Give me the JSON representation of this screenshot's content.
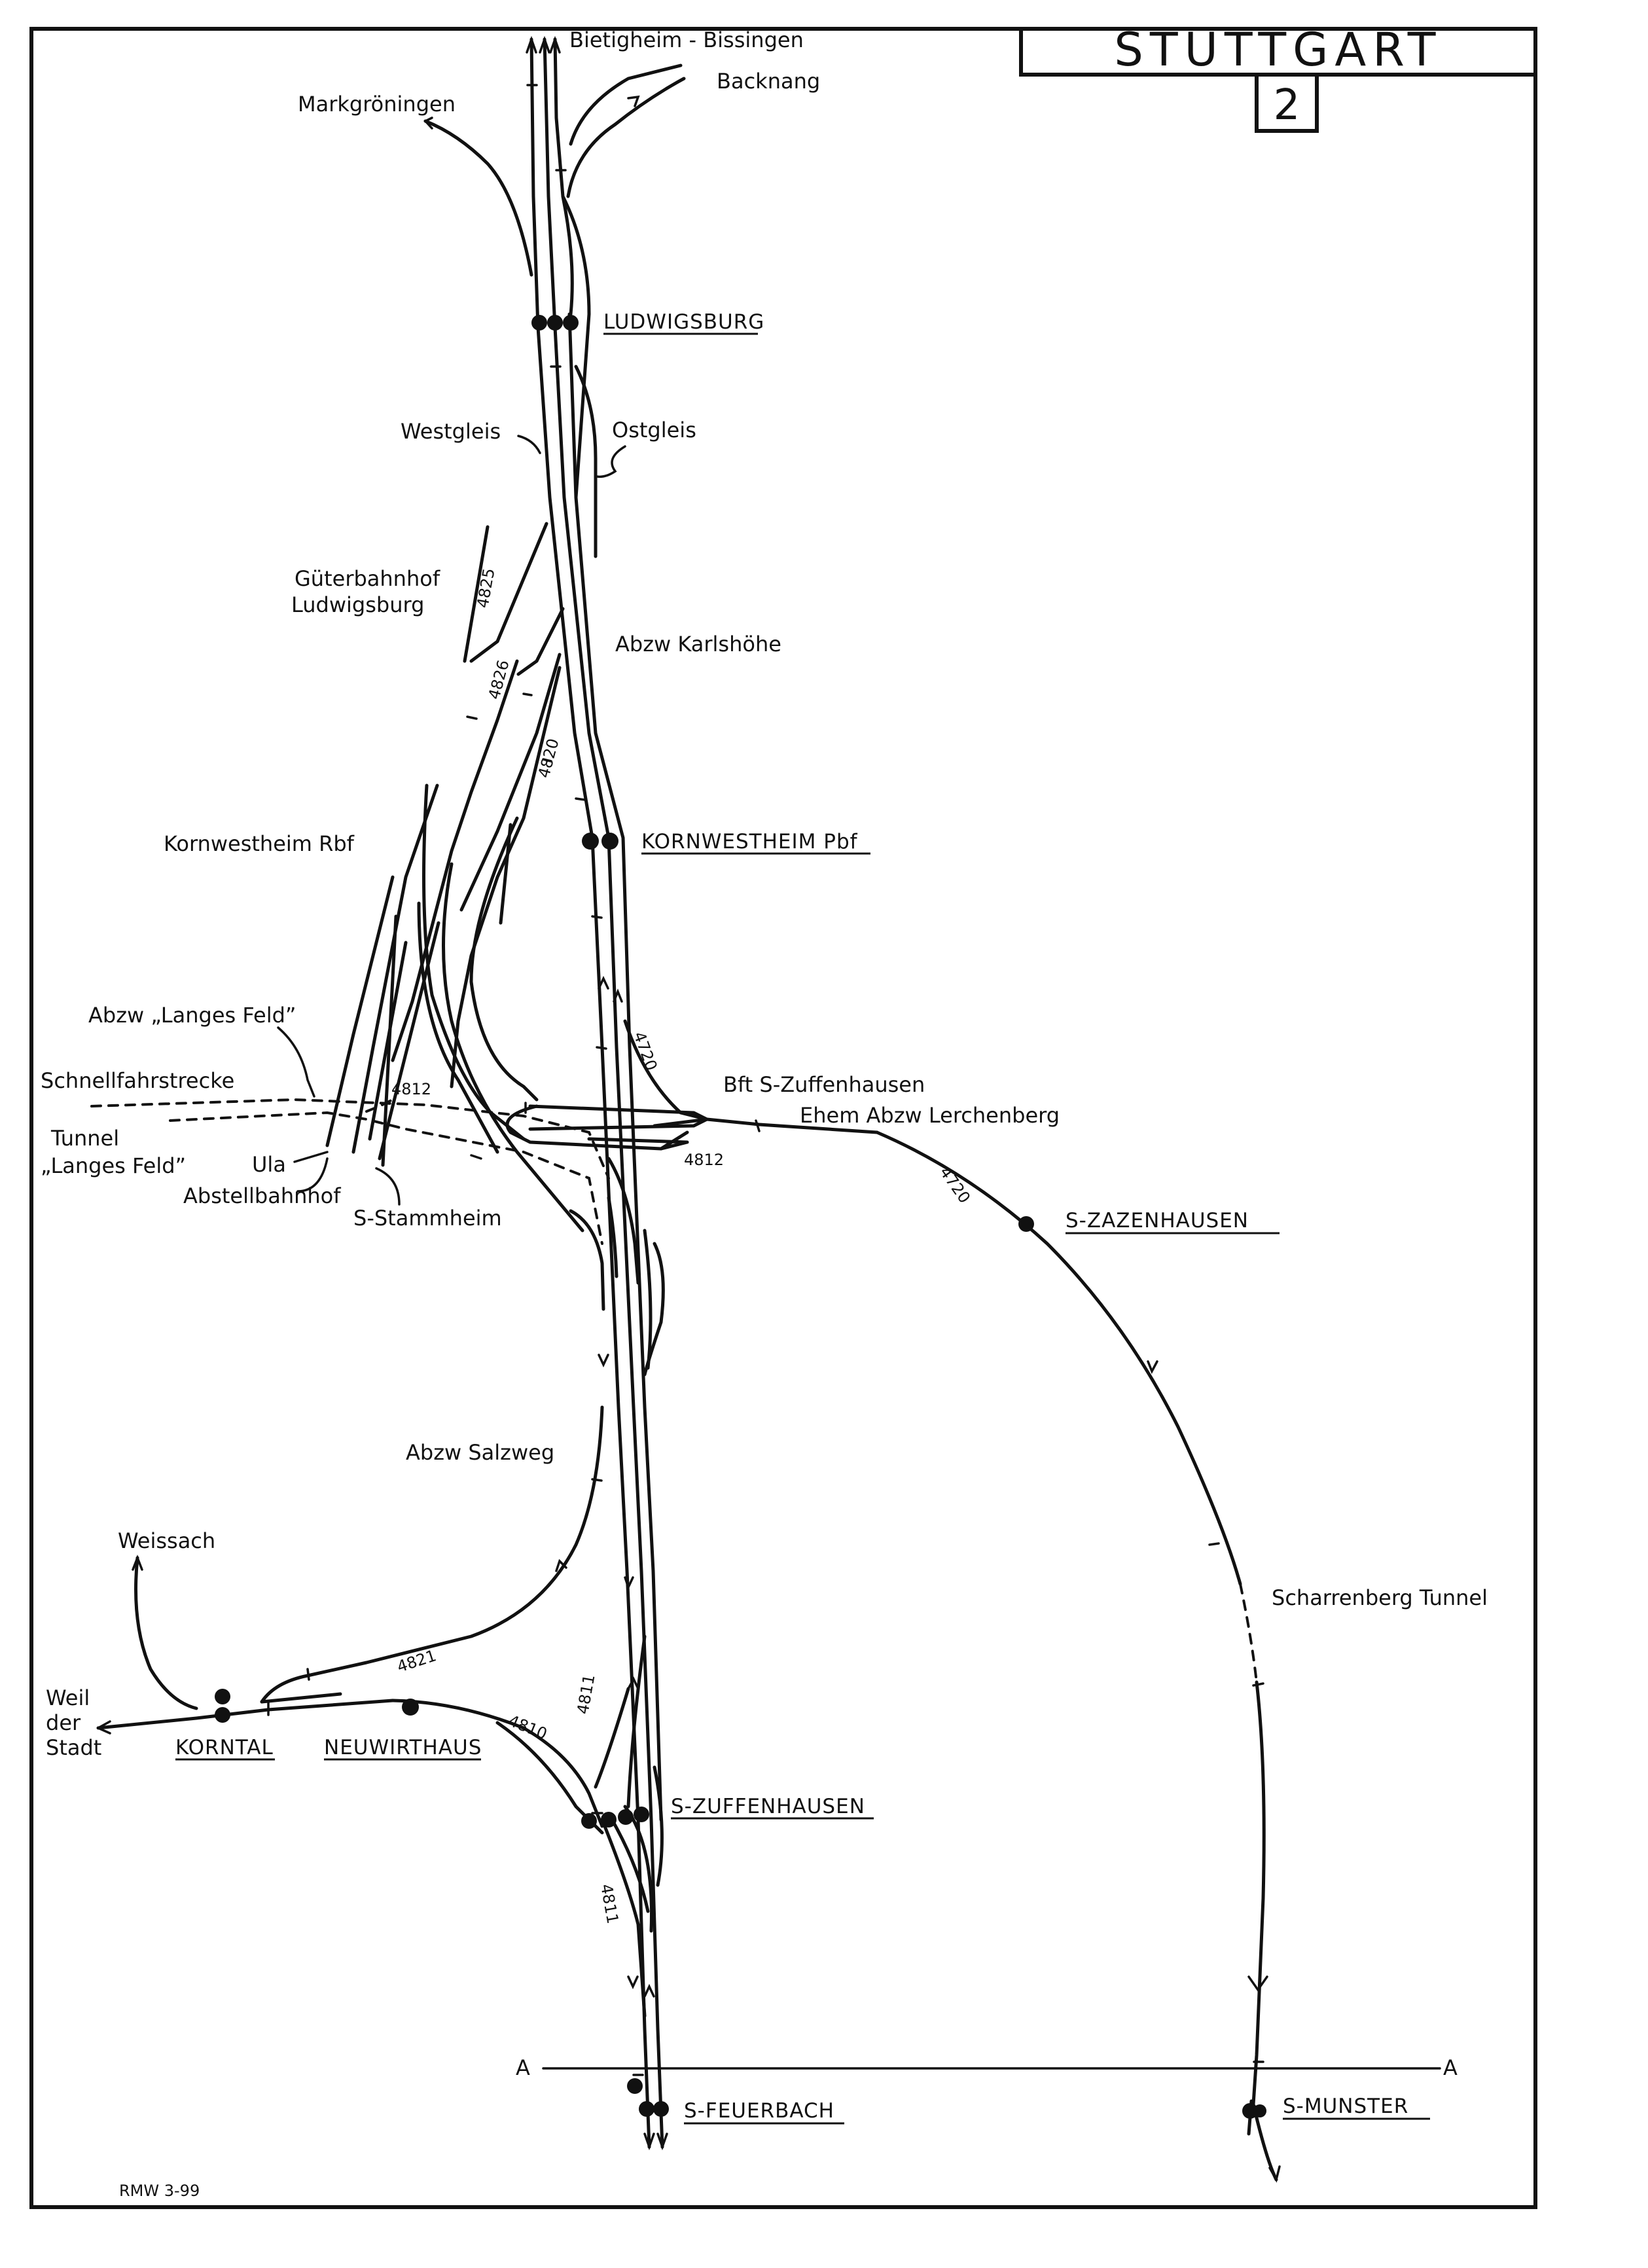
{
  "header": {
    "title": "STUTTGART",
    "sheet": "2"
  },
  "destinations": {
    "bietigheim": "Bietigheim - Bissingen",
    "backnang": "Backnang",
    "markgroeningen": "Markgröningen",
    "weissach": "Weissach",
    "weil_der_stadt": [
      "Weil",
      "der",
      "Stadt"
    ]
  },
  "stations": {
    "ludwigsburg": "LUDWIGSBURG",
    "kornwestheim_pbf": "KORNWESTHEIM Pbf",
    "s_zazenhausen": "S-ZAZENHAUSEN",
    "korntal": "KORNTAL",
    "neuwirthaus": "NEUWIRTHAUS",
    "s_zuffenhausen": "S-ZUFFENHAUSEN",
    "s_feuerbach": "S-FEUERBACH",
    "s_munster": "S-MUNSTER"
  },
  "labels": {
    "westgleis": "Westgleis",
    "ostgleis": "Ostgleis",
    "gueterbahnhof": [
      "Güterbahnhof",
      "Ludwigsburg"
    ],
    "abzw_karlshoehe": "Abzw Karlshöhe",
    "kornwestheim_rbf": "Kornwestheim Rbf",
    "abzw_langes_feld": "Abzw „Langes Feld”",
    "schnellfahrstrecke": "Schnellfahrstrecke",
    "tunnel_langes_feld": [
      "Tunnel",
      "„Langes Feld”"
    ],
    "ula": "Ula",
    "abstellbahnhof": "Abstellbahnhof",
    "s_stammheim": "S-Stammheim",
    "bft_s_zuffenhausen": "Bft  S-Zuffenhausen",
    "ehem_abzw_lerchenberg": "Ehem Abzw Lerchenberg",
    "abzw_salzweg": "Abzw Salzweg",
    "scharrenberg_tunnel": "Scharrenberg Tunnel",
    "section_a_left": "A",
    "section_a_right": "A",
    "author": "RMW  3-99"
  },
  "line_numbers": {
    "l4825": "4825",
    "l4826": "4826",
    "l4820": "4820",
    "l4720_north": "4720",
    "l4720_east": "4720",
    "l4812_west": "4812",
    "l4812_east": "4812",
    "l4821": "4821",
    "l4810": "4810",
    "l4811_north": "4811",
    "l4811_south": "4811"
  }
}
